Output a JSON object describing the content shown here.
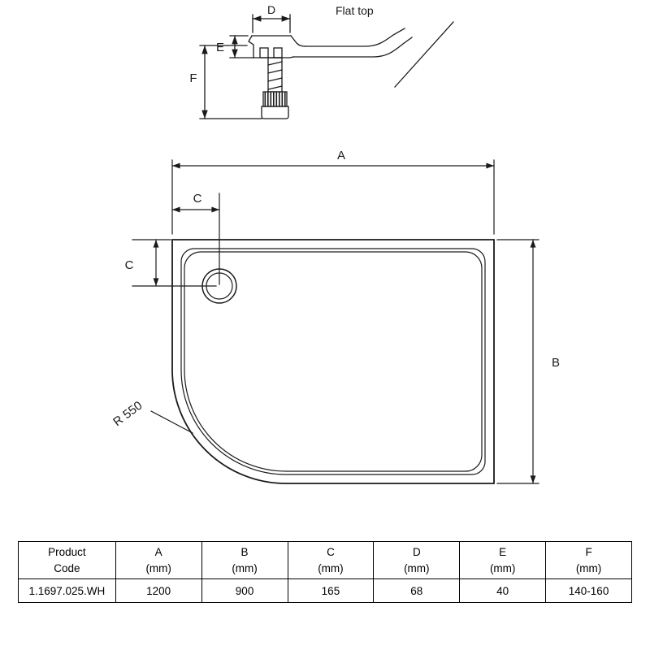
{
  "drawing": {
    "flat_top_label": "Flat top",
    "radius_label": "R 550",
    "dim_labels": {
      "a": "A",
      "b": "B",
      "c_top": "C",
      "c_left": "C",
      "d": "D",
      "e": "E",
      "f": "F"
    }
  },
  "table": {
    "headers": [
      {
        "line1": "Product",
        "line2": "Code"
      },
      {
        "line1": "A",
        "line2": "(mm)"
      },
      {
        "line1": "B",
        "line2": "(mm)"
      },
      {
        "line1": "C",
        "line2": "(mm)"
      },
      {
        "line1": "D",
        "line2": "(mm)"
      },
      {
        "line1": "E",
        "line2": "(mm)"
      },
      {
        "line1": "F",
        "line2": "(mm)"
      }
    ],
    "rows": [
      [
        "1.1697.025.WH",
        "1200",
        "900",
        "165",
        "68",
        "40",
        "140-160"
      ]
    ]
  },
  "colors": {
    "line": "#1a1a1a",
    "background": "#ffffff"
  }
}
